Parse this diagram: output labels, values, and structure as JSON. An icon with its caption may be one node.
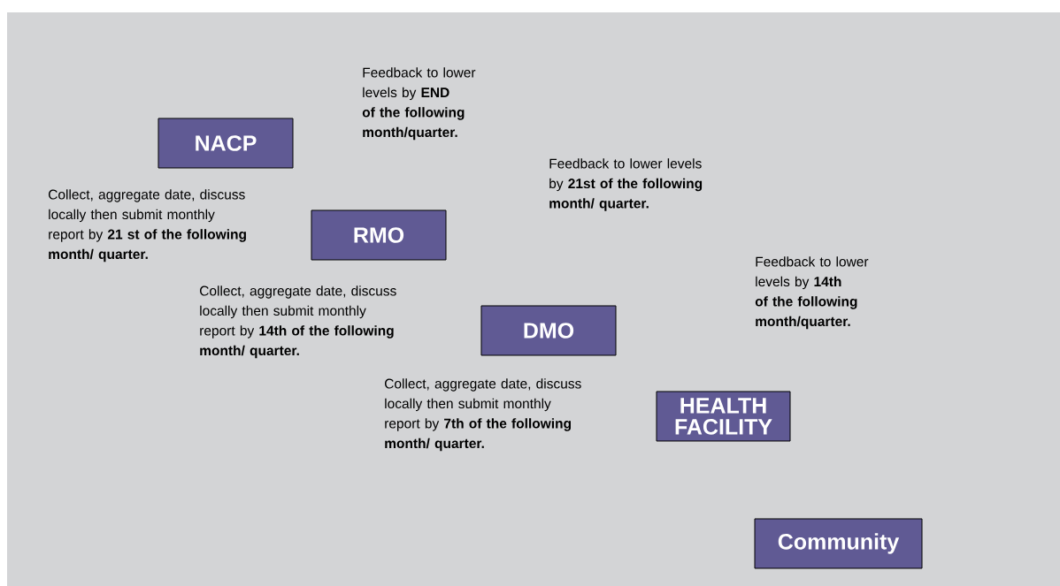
{
  "diagram": {
    "nodes": [
      {
        "text": [
          "NACP"
        ]
      },
      {
        "text": [
          "RMO"
        ]
      },
      {
        "text": [
          "DMO"
        ]
      },
      {
        "text": [
          "HEALTH FACILITY"
        ]
      },
      {
        "text": [
          "Community"
        ]
      }
    ],
    "labels": [
      "Feedback to lower levels by **END of the following month/quarter.**",
      "Feedback to lower levels by **21st of the following month/ quarter.**",
      "Collect, aggregate date, discuss locally then submit monthly report by **21 st of the following month/ quarter.**",
      "Feedback to lower levels by **14th of the following month/quarter.**",
      "Collect, aggregate date, discuss locally then submit monthly report by **14th of the following month/ quarter.**",
      "Collect, aggregate date, discuss locally then submit monthly report by **7th of the following month/ quarter.**"
    ]
  }
}
